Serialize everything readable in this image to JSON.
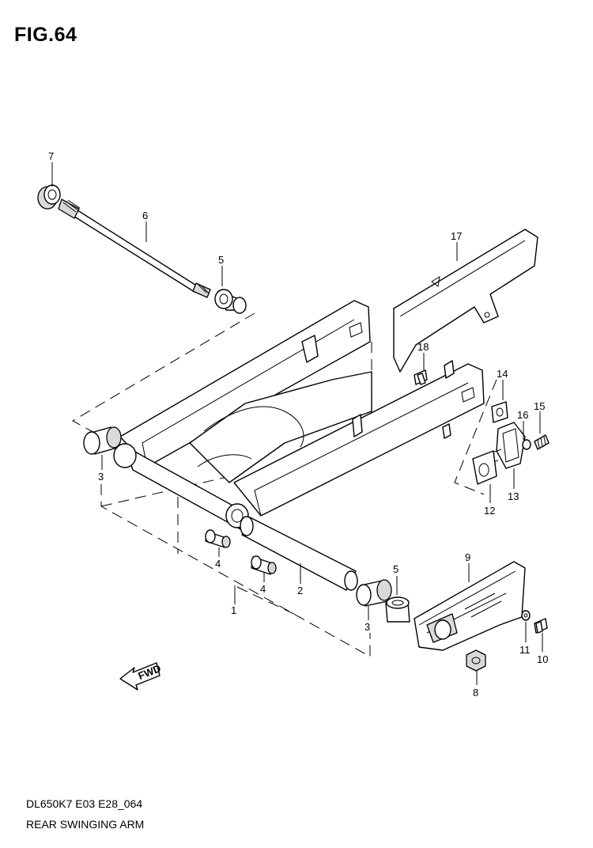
{
  "figure": {
    "title": "FIG.64",
    "model_code": "DL650K7 E03 E28_064",
    "diagram_name": "REAR SWINGING ARM",
    "direction_label": "FWD"
  },
  "callouts": [
    {
      "id": "c1",
      "label": "1"
    },
    {
      "id": "c2",
      "label": "2"
    },
    {
      "id": "c3a",
      "label": "3"
    },
    {
      "id": "c3b",
      "label": "3"
    },
    {
      "id": "c4a",
      "label": "4"
    },
    {
      "id": "c4b",
      "label": "4"
    },
    {
      "id": "c5a",
      "label": "5"
    },
    {
      "id": "c5b",
      "label": "5"
    },
    {
      "id": "c6",
      "label": "6"
    },
    {
      "id": "c7",
      "label": "7"
    },
    {
      "id": "c8",
      "label": "8"
    },
    {
      "id": "c9",
      "label": "9"
    },
    {
      "id": "c10",
      "label": "10"
    },
    {
      "id": "c11",
      "label": "11"
    },
    {
      "id": "c12",
      "label": "12"
    },
    {
      "id": "c13",
      "label": "13"
    },
    {
      "id": "c14",
      "label": "14"
    },
    {
      "id": "c15",
      "label": "15"
    },
    {
      "id": "c16",
      "label": "16"
    },
    {
      "id": "c17",
      "label": "17"
    },
    {
      "id": "c18",
      "label": "18"
    }
  ]
}
